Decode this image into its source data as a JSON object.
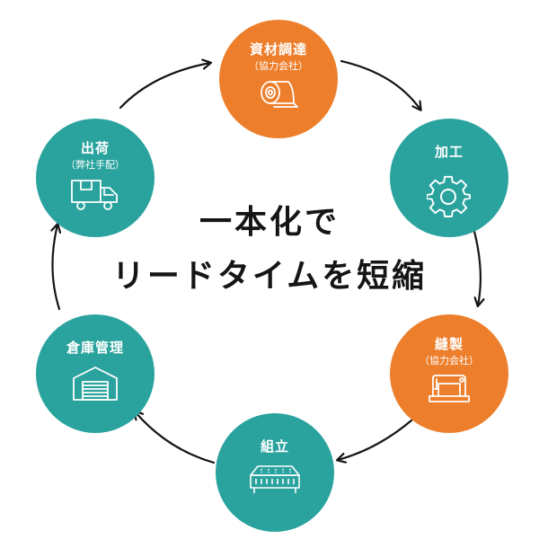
{
  "center": {
    "line1": "一本化で",
    "line2": "リードタイムを短縮"
  },
  "nodes": [
    {
      "title": "資材調達",
      "sub": "（協力会社）",
      "color": "#ed7f2c",
      "icon": "fabric-roll-icon"
    },
    {
      "title": "加工",
      "sub": "",
      "color": "#2aa39e",
      "icon": "gear-icon"
    },
    {
      "title": "縫製",
      "sub": "（協力会社）",
      "color": "#ed7f2c",
      "icon": "sewing-machine-icon"
    },
    {
      "title": "組立",
      "sub": "",
      "color": "#2aa39e",
      "icon": "mattress-icon"
    },
    {
      "title": "倉庫管理",
      "sub": "",
      "color": "#2aa39e",
      "icon": "warehouse-icon"
    },
    {
      "title": "出荷",
      "sub": "（弊社手配）",
      "color": "#2aa39e",
      "icon": "delivery-truck-icon"
    }
  ]
}
